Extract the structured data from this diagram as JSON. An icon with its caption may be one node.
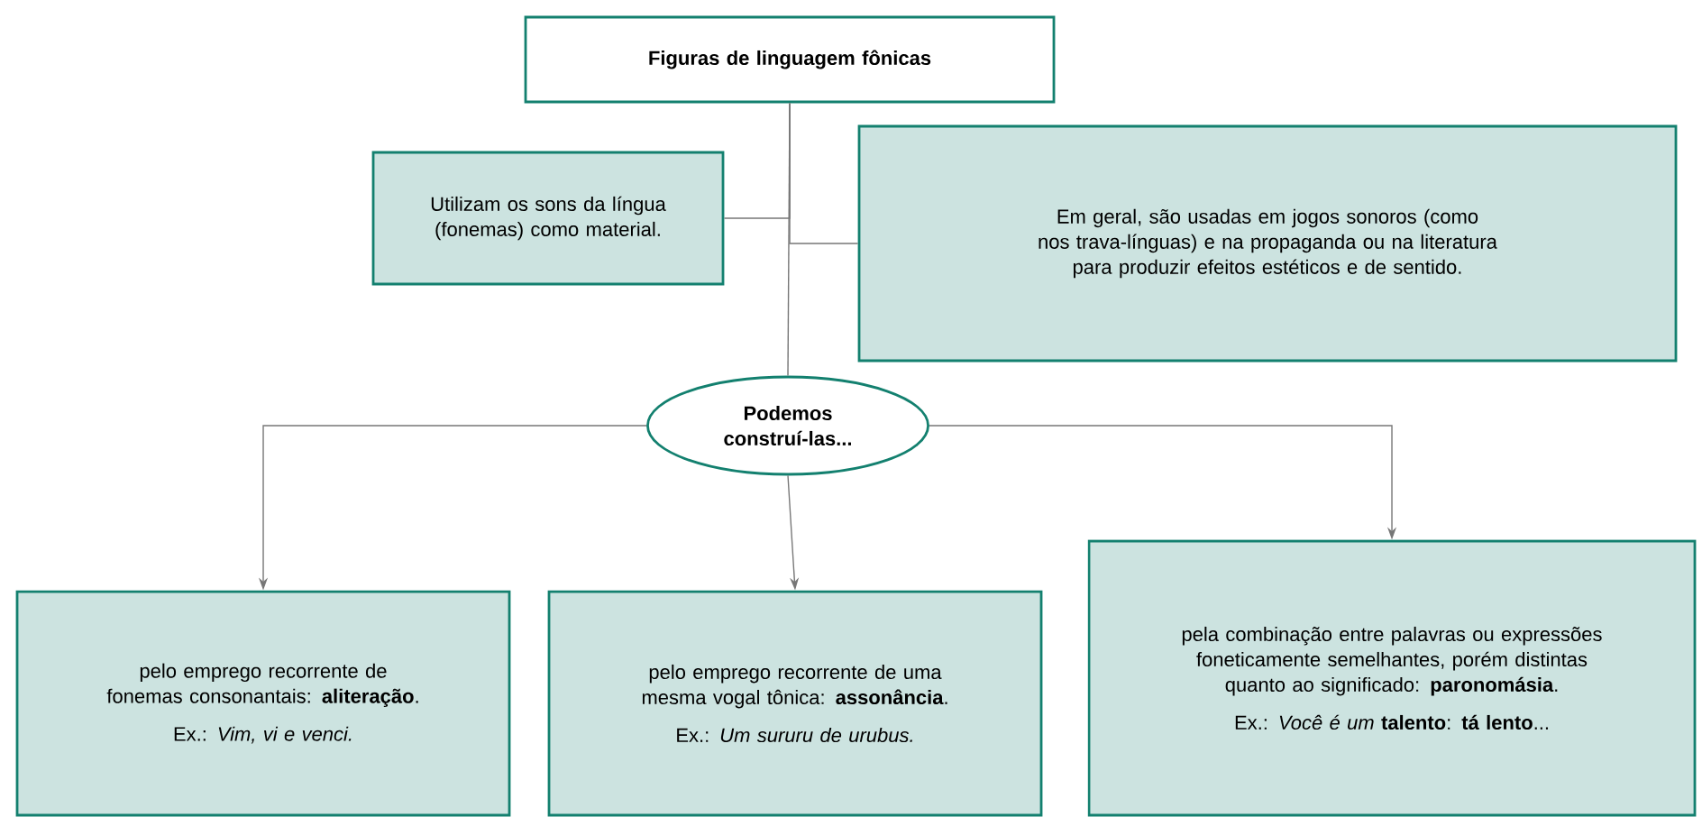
{
  "diagram": {
    "nodes": [
      {
        "text": [
          "Figuras de linguagem fônicas"
        ]
      },
      {
        "text": [
          "Utilizam os sons da língua (fonemas) como material."
        ]
      },
      {
        "text": [
          "Em geral, são usadas em jogos sonoros (como nos trava-línguas) e na propaganda ou na literatura para produzir efeitos estéticos e de sentido."
        ]
      },
      {
        "text": [
          "Podemos construí-las..."
        ]
      },
      {
        "text": [
          "pelo emprego recorrente de fonemas consonantais: **aliteração**.",
          "Ex.: *Vim, vi e venci.*"
        ]
      },
      {
        "text": [
          "pelo emprego recorrente de uma mesma vogal tônica: **assonância**.",
          "Ex.: *Um sururu de urubus.*"
        ]
      },
      {
        "text": [
          "pela combinação entre palavras ou expressões foneticamente semelhantes, porém distintas quanto ao significado: **paronomásia**.",
          "Ex.: *Você é um* **talento**: **tá lento**..."
        ]
      }
    ],
    "edges": [
      {
        "from": 0,
        "to": 1,
        "arrow": "none"
      },
      {
        "from": 0,
        "to": 2,
        "arrow": "none"
      },
      {
        "from": 0,
        "to": 3,
        "arrow": "none"
      },
      {
        "from": 3,
        "to": 4,
        "arrow": "to"
      },
      {
        "from": 3,
        "to": 5,
        "arrow": "to"
      },
      {
        "from": 3,
        "to": 6,
        "arrow": "to"
      }
    ]
  }
}
